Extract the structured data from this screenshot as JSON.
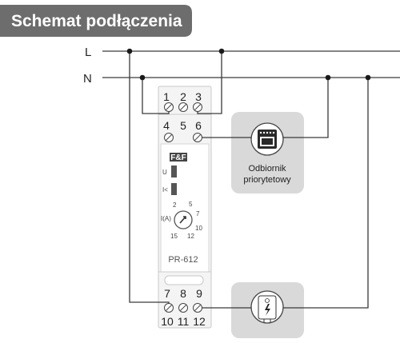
{
  "title": "Schemat podłączenia",
  "lines": {
    "L": "L",
    "N": "N"
  },
  "device": {
    "brand": "F&F",
    "model": "PR-612",
    "terminal_rows": [
      [
        "1",
        "2",
        "3"
      ],
      [
        "4",
        "5",
        "6"
      ],
      [
        "7",
        "8",
        "9"
      ],
      [
        "10",
        "11",
        "12"
      ]
    ],
    "indicator_u": "U",
    "indicator_i": "I<",
    "dial_label": "I(A)",
    "dial_values": [
      "2",
      "5",
      "7",
      "10",
      "12",
      "15"
    ]
  },
  "loads": {
    "priority_line1": "Odbiornik",
    "priority_line2": "priorytetowy",
    "priority_icon": "oven-icon",
    "second_icon": "water-heater-icon"
  },
  "colors": {
    "title_bg": "#6d6d6d",
    "card_bg": "#d9d9d9",
    "wire": "#3a3a3a"
  }
}
